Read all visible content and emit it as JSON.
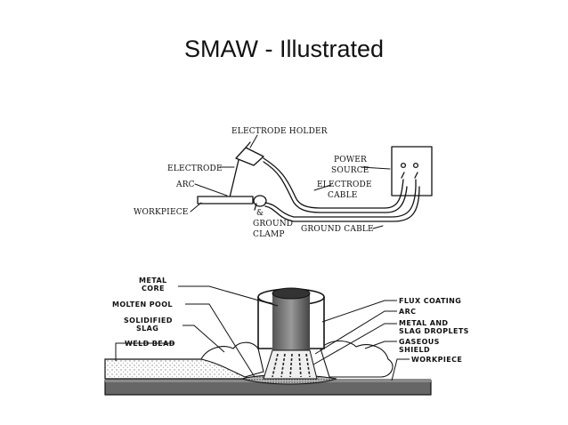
{
  "slide": {
    "title": "SMAW - Illustrated"
  },
  "setup_diagram": {
    "labels": {
      "electrode_holder": "ELECTRODE HOLDER",
      "power_source_line1": "POWER",
      "power_source_line2": "SOURCE",
      "electrode": "ELECTRODE",
      "arc": "ARC",
      "electrode_cable_line1": "ELECTRODE",
      "electrode_cable_line2": "CABLE",
      "workpiece": "WORKPIECE",
      "ground_clamp_line0": "&",
      "ground_clamp_line1": "GROUND",
      "ground_clamp_line2": "CLAMP",
      "ground_cable": "GROUND CABLE"
    }
  },
  "cross_section": {
    "labels": {
      "metal_core_line1": "METAL",
      "metal_core_line2": "CORE",
      "molten_pool": "MOLTEN POOL",
      "solidified_slag_line1": "SOLIDIFIED",
      "solidified_slag_line2": "SLAG",
      "weld_bead": "WELD BEAD",
      "flux_coating": "FLUX COATING",
      "arc": "ARC",
      "metal_slag_line1": "METAL AND",
      "metal_slag_line2": "SLAG DROPLETS",
      "gaseous_shield_line1": "GASEOUS",
      "gaseous_shield_line2": "SHIELD",
      "workpiece": "WORKPIECE"
    }
  }
}
